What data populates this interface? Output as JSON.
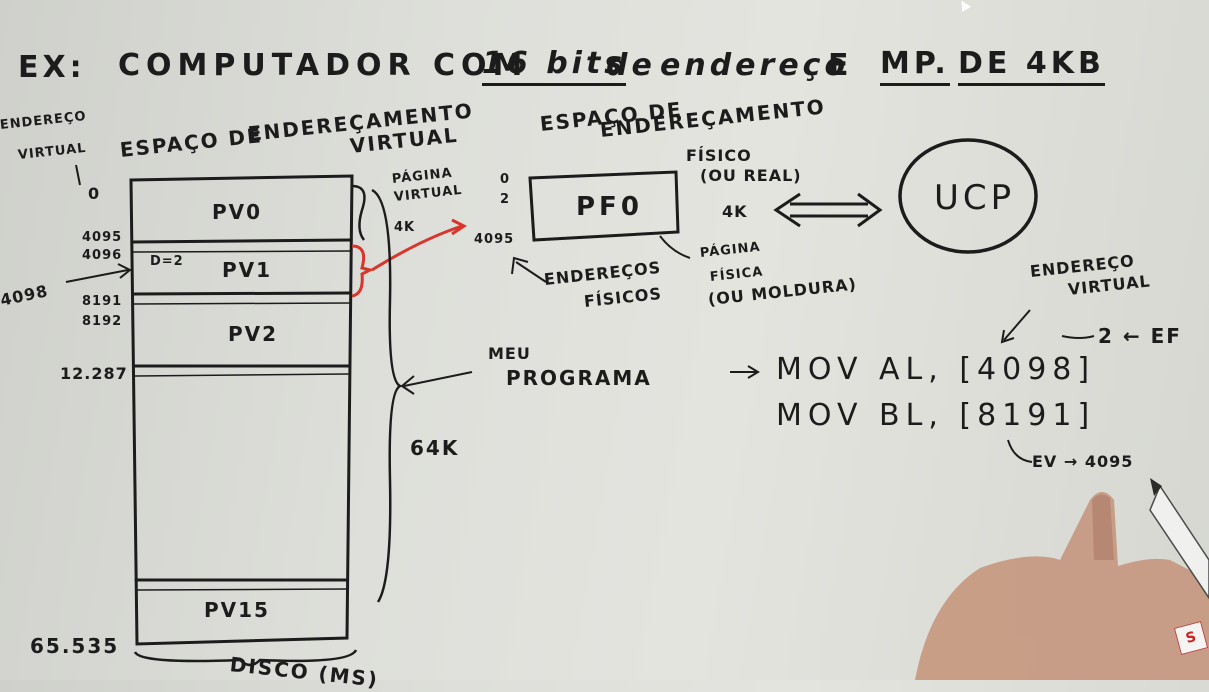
{
  "title": {
    "prefix": "EX:",
    "text": "COMPUTADOR COM",
    "bits": "16 bits",
    "de": "de",
    "endereco": "endereço",
    "e": "E",
    "mp": "MP.",
    "de_4kb": "DE 4KB"
  },
  "virtual_space": {
    "side_label_line1": "ENDEREÇO",
    "side_label_line2": "VIRTUAL",
    "heading_line1": "ESPAÇO DE",
    "heading_line2": "ENDEREÇAMENTO",
    "heading_line3": "VIRTUAL",
    "addresses": {
      "a0": "0",
      "a4095": "4095",
      "a4096": "4096",
      "a4098": "4098",
      "a8191": "8191",
      "a8192": "8192",
      "a12287": "12.287",
      "a65535": "65.535"
    },
    "pages": {
      "pv0": "PV0",
      "pv1": "PV1",
      "pv2": "PV2",
      "pv15": "PV15"
    },
    "offset_label": "D=2",
    "pagina_virtual_line1": "PÁGINA",
    "pagina_virtual_line2": "VIRTUAL",
    "pagina_virtual_size": "4K",
    "total_size": "64K",
    "disk_label": "DISCO (MS)"
  },
  "physical_space": {
    "heading_line1": "ESPAÇO DE",
    "heading_line2": "ENDEREÇAMENTO",
    "heading_line3": "FÍSICO",
    "heading_line4": "(OU REAL)",
    "size": "4K",
    "addr0": "0",
    "addr2": "2",
    "addr4095": "4095",
    "frame": "PF0",
    "enderecos_line1": "ENDEREÇOS",
    "enderecos_line2": "FÍSICOS",
    "pagina_fisica_line1": "PÁGINA",
    "pagina_fisica_line2": "FÍSICA",
    "pagina_fisica_line3": "(OU MOLDURA)"
  },
  "cpu": {
    "label": "UCP"
  },
  "program": {
    "label_line1": "MEU",
    "label_line2": "PROGRAMA",
    "instr1": "MOV AL, [4098]",
    "instr2": "MOV BL, [8191]",
    "ev_label_line1": "ENDEREÇO",
    "ev_label_line2": "VIRTUAL",
    "ef_note": "2 ← EF",
    "ev_note": "EV → 4095"
  },
  "colors": {
    "marker": "#1c1c1c",
    "red_marker": "#d8352b",
    "board": "#dedfda",
    "skin": "#c79a83"
  }
}
